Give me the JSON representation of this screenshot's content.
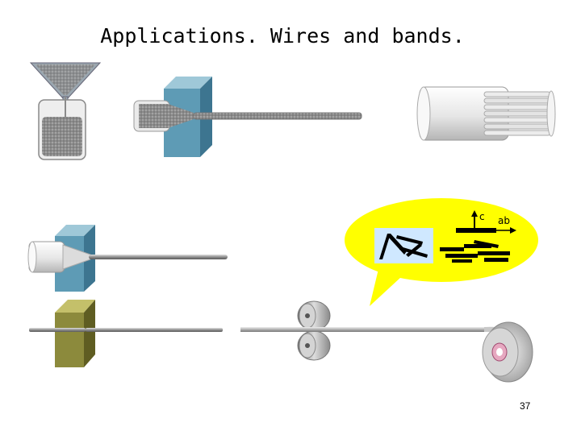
{
  "title": "Applications. Wires and bands.",
  "page_number": "37",
  "callout": {
    "axis_c_label": "c",
    "axis_ab_label": "ab"
  },
  "colors": {
    "callout_fill": "#ffff00",
    "grain_box": "#cfe8ff",
    "die_blue": "#5e9bb5",
    "die_olive": "#8c8a3c",
    "wire_gray": "#9c9c9c"
  }
}
